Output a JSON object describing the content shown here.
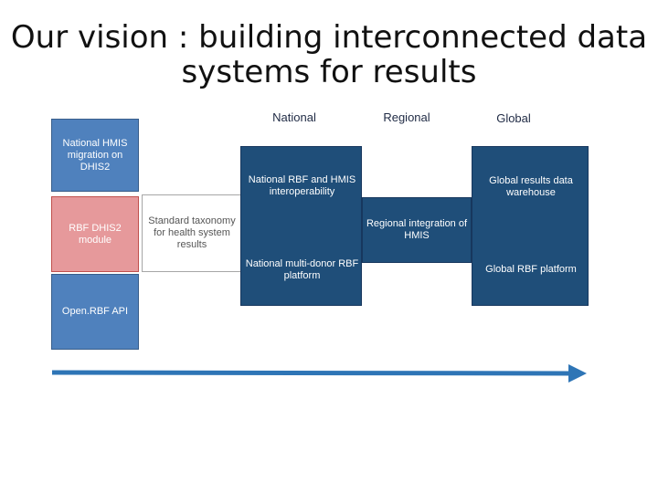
{
  "title": {
    "line1": "Our vision : building interconnected data",
    "line2": "systems for results"
  },
  "columns": {
    "national": "National",
    "regional": "Regional",
    "global": "Global"
  },
  "boxes": {
    "hmis_migration": "National HMIS migration on DHIS2",
    "rbf_dhis2": "RBF DHIS2 module",
    "openrbf_api": "Open.RBF API",
    "taxonomy": "Standard taxonomy for health system results",
    "rbf_hmis_interop": "National RBF and HMIS interoperability",
    "multi_donor": "National multi-donor RBF platform",
    "regional_hmis": "Regional integration of HMIS",
    "global_warehouse": "Global results data warehouse",
    "global_rbf": "Global RBF platform"
  },
  "colors": {
    "light_blue": "#4f81bd",
    "pink": "#e6999b",
    "navy": "#1f4e79",
    "arrow": "#2e75b6"
  }
}
